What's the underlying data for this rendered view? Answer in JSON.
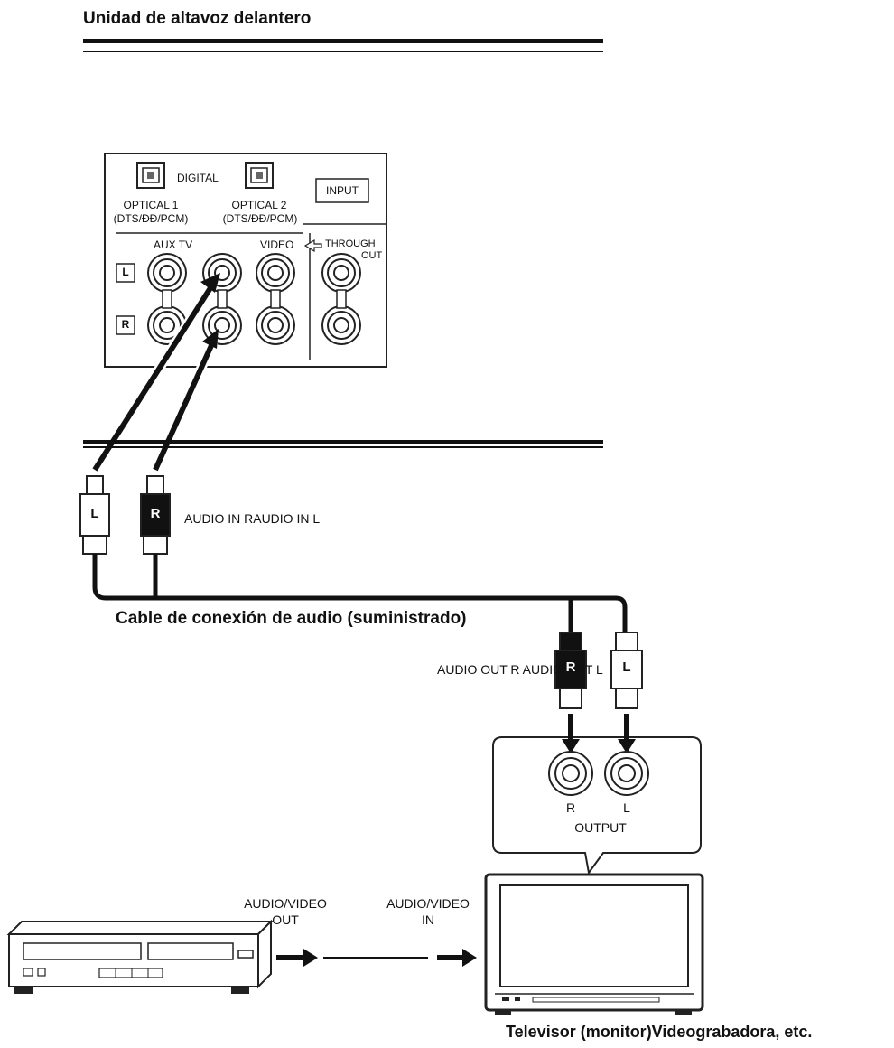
{
  "title": "Unidad de altavoz delantero",
  "panel": {
    "digital": "DIGITAL",
    "optical1": "OPTICAL 1",
    "optical1_sub": "(DTS/ĐĐ/PCM)",
    "optical2": "OPTICAL 2",
    "optical2_sub": "(DTS/ĐĐ/PCM)",
    "input": "INPUT",
    "aux_tv": "AUX TV",
    "video": "VIDEO",
    "through": "THROUGH",
    "out": "OUT",
    "row_l": "L",
    "row_r": "R"
  },
  "cable": {
    "plug_l": "L",
    "plug_r": "R",
    "audio_in_label": "AUDIO IN RAUDIO IN L",
    "caption": "Cable de conexión de audio (suministrado)",
    "audio_out_label": "AUDIO OUT R AUDIO OUT L",
    "out_plug_r": "R",
    "out_plug_l": "L"
  },
  "tv_output": {
    "r": "R",
    "l": "L",
    "label": "OUTPUT"
  },
  "vcr_link": {
    "out_label_1": "AUDIO/VIDEO",
    "out_label_2": "OUT",
    "in_label_1": "AUDIO/VIDEO",
    "in_label_2": "IN"
  },
  "bottom_caption": "Televisor (monitor)Videograbadora, etc."
}
